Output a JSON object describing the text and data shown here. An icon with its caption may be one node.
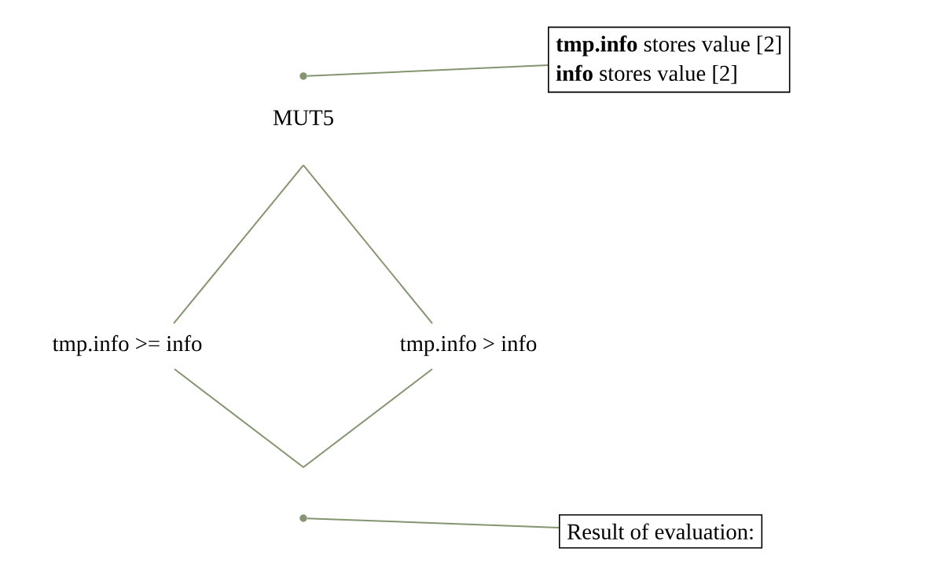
{
  "diagram": {
    "nodes": [
      {
        "text": [
          "**tmp.info** stores value [2]",
          "**info** stores value [2]"
        ]
      },
      {
        "text": [],
        "shape": "circle"
      },
      {
        "text": [
          "MUT5"
        ]
      },
      {
        "text": [
          "tmp.info >= info"
        ]
      },
      {
        "text": [
          "tmp.info > info"
        ]
      },
      {
        "text": [
          "Result of evaluation:"
        ]
      },
      {
        "text": [],
        "shape": "circle"
      }
    ],
    "edges": [
      {
        "from": 0,
        "to": 1,
        "arrow": "none"
      },
      {
        "from": 2,
        "to": 3,
        "arrow": "none"
      },
      {
        "from": 2,
        "to": 4,
        "arrow": "none"
      },
      {
        "from": 3,
        "to": 4,
        "arrow": "none"
      },
      {
        "from": 5,
        "to": 6,
        "arrow": "none"
      }
    ]
  }
}
